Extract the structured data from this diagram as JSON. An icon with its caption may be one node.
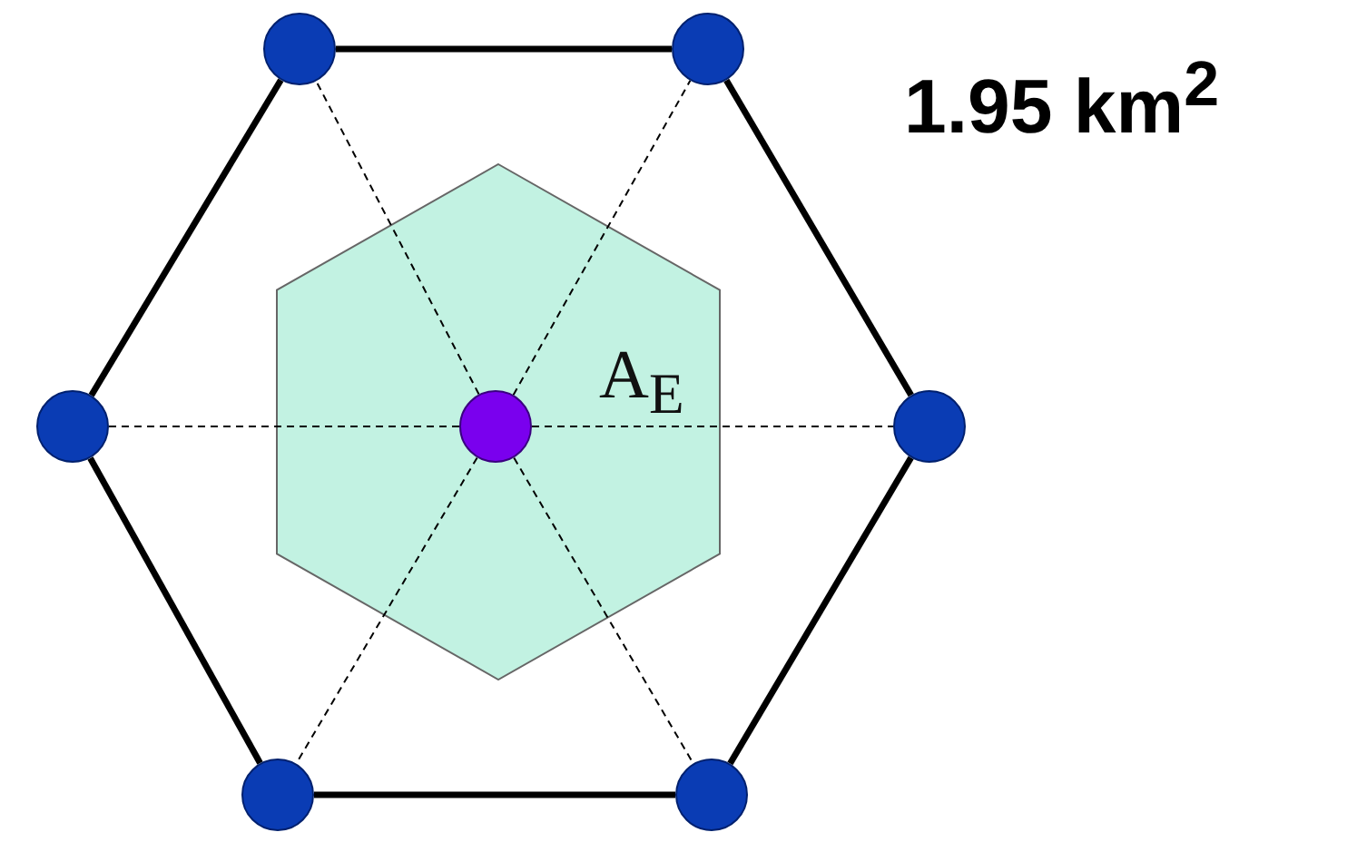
{
  "diagram": {
    "nodes": [
      {
        "text": [],
        "shape": "circle"
      },
      {
        "text": [],
        "shape": "circle"
      },
      {
        "text": [
          "A$_{E}$"
        ]
      },
      {
        "text": [],
        "shape": "circle"
      },
      {
        "text": [],
        "shape": "circle",
        "in": 2
      },
      {
        "text": [],
        "shape": "circle"
      },
      {
        "text": [],
        "shape": "circle"
      },
      {
        "text": [],
        "shape": "circle"
      }
    ],
    "edges": [
      {
        "from": 0,
        "to": 1,
        "arrow": "none",
        "style": "thick"
      },
      {
        "from": 1,
        "to": 5,
        "arrow": "none",
        "style": "thick"
      },
      {
        "from": 5,
        "to": 7,
        "arrow": "none",
        "style": "thick"
      },
      {
        "from": 7,
        "to": 6,
        "arrow": "none",
        "style": "thick"
      },
      {
        "from": 6,
        "to": 3,
        "arrow": "none",
        "style": "thick"
      },
      {
        "from": 3,
        "to": 0,
        "arrow": "none",
        "style": "thick"
      },
      {
        "from": 4,
        "to": 0,
        "arrow": "none",
        "style": "dashed"
      },
      {
        "from": 4,
        "to": 1,
        "arrow": "none",
        "style": "dashed"
      },
      {
        "from": 4,
        "to": 3,
        "arrow": "none",
        "style": "dashed"
      },
      {
        "from": 4,
        "to": 5,
        "arrow": "none",
        "style": "dashed"
      },
      {
        "from": 4,
        "to": 6,
        "arrow": "none",
        "style": "dashed"
      },
      {
        "from": 4,
        "to": 7,
        "arrow": "none",
        "style": "dashed"
      }
    ],
    "labels": [
      "1.95 km$^{2}$"
    ]
  }
}
